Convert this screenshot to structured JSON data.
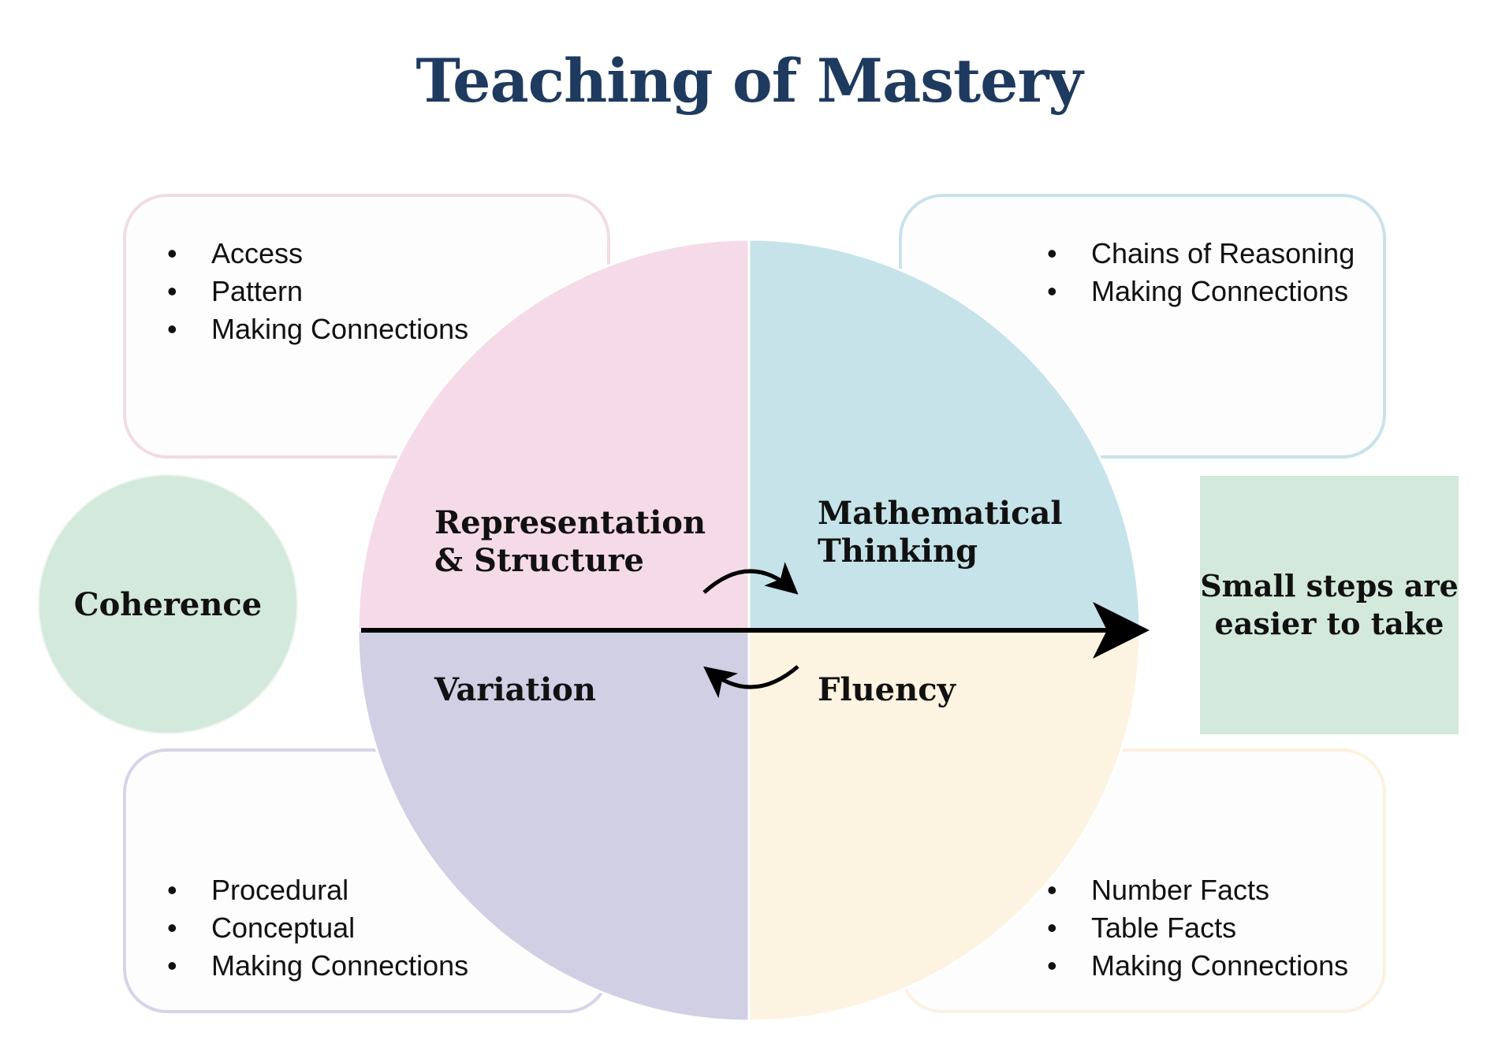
{
  "title": "Teaching of Mastery",
  "colors": {
    "title": "#1f3a5f",
    "representation_quadrant": "#f5dbe7",
    "mathematical_thinking_quadrant": "#c5e3e9",
    "variation_quadrant": "#d1cfe4",
    "fluency_quadrant": "#fcf4e1",
    "coherence": "#d3e9db",
    "small_steps": "#d3e9db"
  },
  "quadrants": {
    "representation": {
      "label": "Representation\n& Structure",
      "bullets": [
        "Access",
        "Pattern",
        "Making Connections"
      ]
    },
    "mathematical_thinking": {
      "label": "Mathematical\nThinking",
      "bullets": [
        "Chains of Reasoning",
        "Making Connections"
      ]
    },
    "variation": {
      "label": "Variation",
      "bullets": [
        "Procedural",
        "Conceptual",
        "Making Connections"
      ]
    },
    "fluency": {
      "label": "Fluency",
      "bullets": [
        "Number Facts",
        "Table Facts",
        "Making Connections"
      ]
    }
  },
  "coherence": {
    "label": "Coherence"
  },
  "small_steps": {
    "label": "Small steps are\neasier to take"
  }
}
